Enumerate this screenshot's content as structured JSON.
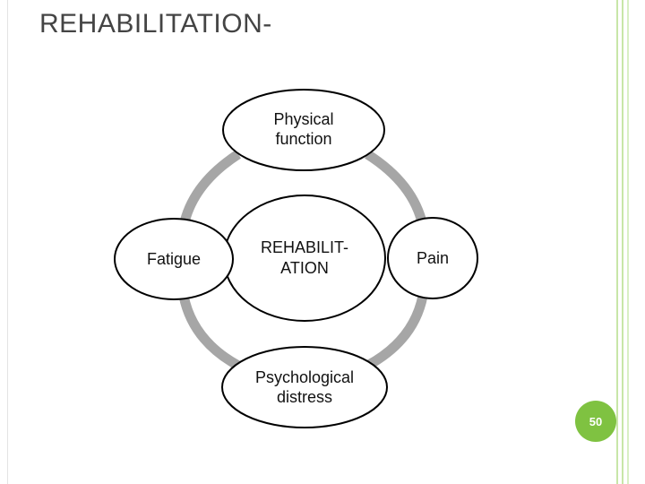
{
  "slide": {
    "title": "REHABILITATION-",
    "page_number": "50"
  },
  "diagram": {
    "center": {
      "line1": "REHABILIT-",
      "line2": "ATION"
    },
    "top": {
      "line1": "Physical",
      "line2": "function"
    },
    "left": {
      "line1": "Fatigue"
    },
    "right": {
      "line1": "Pain"
    },
    "bottom": {
      "line1": "Psychological",
      "line2": "distress"
    }
  },
  "colors": {
    "ring": "#a6a6a6",
    "node_fill": "#ffffff",
    "node_stroke": "#000000",
    "badge": "#7fc241"
  }
}
